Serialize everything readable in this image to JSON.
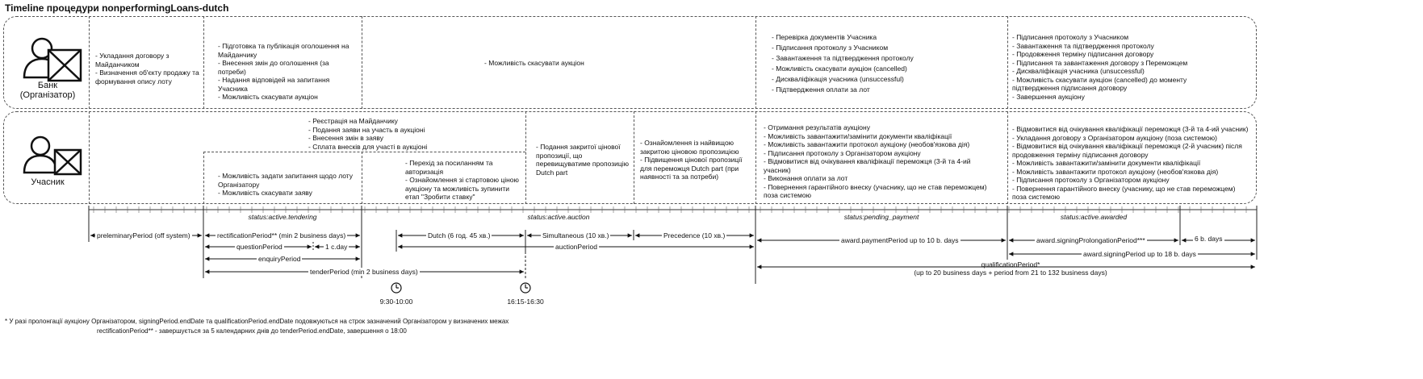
{
  "title": "Timeline процедури nonperformingLoans-dutch",
  "lanes": {
    "bank": {
      "label": "Банк\n(Організатор)",
      "cells": [
        "- Укладання договору з Майданчиком\n- Визначення об'єкту продажу та формування опису лоту",
        "- Підготовка та публікація оголошення на Майданчику\n- Внесення змін до оголошення (за потреби)\n- Надання відповідей на запитання Учасника\n- Можливість скасувати аукціон",
        "- Можливість скасувати аукціон",
        "- Перевірка документів Учасника\n- Підписання протоколу з Учасником\n- Завантаження та підтвердження протоколу\n- Можливість скасувати аукціон (cancelled)\n- Дискваліфікація учасника (unsuccessful)\n- Підтвердження оплати за лот",
        "- Підписання протоколу з Учасником\n- Завантаження та підтвердження протоколу\n- Продовження терміну підписання договору\n- Підписання та завантаження договору з Переможцем\n- Дискваліфікація учасника (unsuccessful)\n- Можливість скасувати аукціон (cancelled) до моменту підтвердження підписання договору\n- Завершення аукціону"
      ]
    },
    "participant": {
      "label": "Учасник",
      "cells": [
        "- Реєстрація на Майданчику\n- Подання заяви на участь в аукціоні\n- Внесення змін в заяву\n- Сплата внесків для участі в аукціоні",
        "- Можливість задати запитання щодо лоту Організатору\n- Можливість скасувати заяву",
        "- Перехід за посиланням та авторизація\n- Ознайомлення зі стартовою ціною аукціону та можливість зупинити етап \"Зробити ставку\"",
        "- Подання закритої цінової пропозиції, що перевищуватиме пропозицію Dutch part",
        "- Ознайомлення із найвищою закритою ціновою пропозицією\n- Підвищення цінової пропозиції для переможця Dutch part (при наявності та за потреби)",
        "- Отримання результатів аукціону\n- Можливість завантажити/замінити документи кваліфікації\n- Можливість завантажити протокол аукціону (необов'язкова дія)\n- Підписання протоколу з Організатором аукціону\n- Відмовитися від очікування кваліфікації переможця (3-й  та 4-ий учасник)\n- Виконання оплати за лот\n- Повернення гарантійного внеску (учаснику, що не став переможцем) поза системою",
        "- Відмовитися від очікування кваліфікації переможця (3-й  та 4-ий учасник)\n- Укладання договору з Організатором аукціону (поза системою)\n- Відмовитися від очікування кваліфікації переможця (2-й  учасник) після продовження терміну підписання договору\n- Можливість завантажити/замінити документи кваліфікації\n- Можливість завантажити протокол аукціону (необов'язкова дія)\n- Підписання протоколу з Організатором аукціону\n- Повернення гарантійного внеску (учаснику, що не став переможцем) поза системою"
      ]
    }
  },
  "statuses": [
    "status:active.tendering",
    "status:active.auction",
    "status:pending_payment",
    "status:active.awarded"
  ],
  "periods": {
    "preliminary": "preleminaryPeriod (off system)",
    "rectification": "rectificationPeriod** (min 2 business days)",
    "question": "questionPeriod",
    "cday": "1 c.day",
    "enquiry": "enquiryPeriod",
    "tender": "tenderPeriod (min 2 business days)",
    "dutch": "Dutch (6 год. 45 хв.)",
    "simultaneous": "Simultaneous (10 хв.)",
    "precedence": "Precedence (10 хв.)",
    "auction": "auctionPeriod",
    "payment": "award.paymentPeriod up to 10 b. days",
    "prolongation": "award.signingProlongationPeriod***",
    "sixdays": "6 b. days",
    "signing": "award.signingPeriod up to 18 b. days",
    "qualification": "qualificationPeriod*\n(up to 20 business days + period from 21 to 132 business days)"
  },
  "clocks": [
    "9:30-10:00",
    "16:15-16:30"
  ],
  "footnotes": [
    "* У разі пролонгації аукціону Організатором, signingPeriod.endDate та qualificationPeriod.endDate подовжуються на строк зазначений Організатором у визначених межах",
    "rectificationPeriod** - завершується за 5 календарних днів до tenderPeriod.endDate, завершення о 18:00"
  ],
  "icons": [
    "bank-user-icon",
    "participant-user-icon",
    "clock-icon"
  ]
}
